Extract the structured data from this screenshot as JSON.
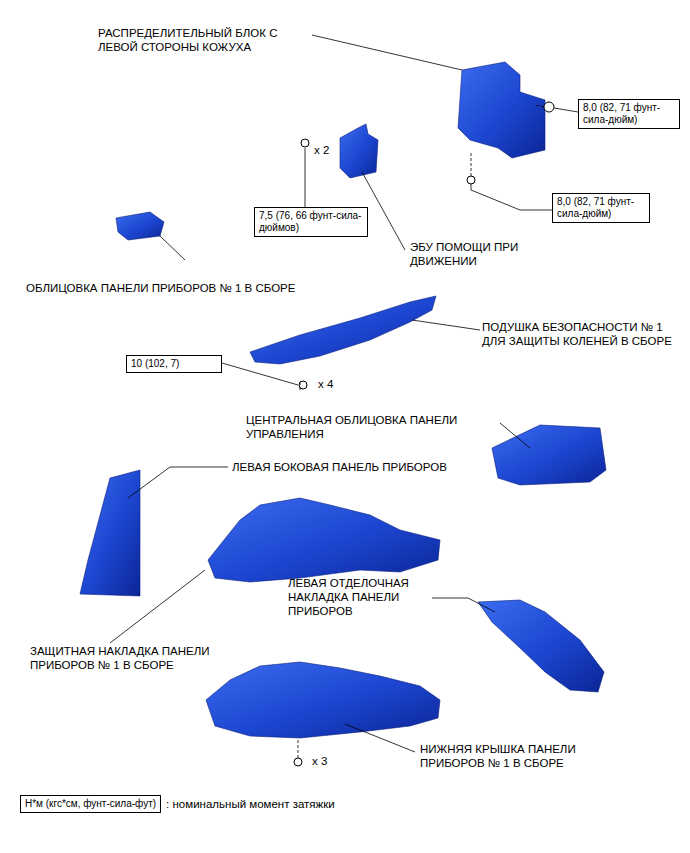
{
  "diagram": {
    "nodes": [
      {
        "text": [
          "8,0 (82, 71 фунт-сила-дюйм)"
        ]
      },
      {
        "text": [
          "8,0 (82, 71 фунт-сила-дюйм)"
        ]
      },
      {
        "text": [
          "7,5 (76, 66 фунт-сила-дюймов)"
        ]
      },
      {
        "text": [
          "10 (102, 7)"
        ]
      },
      {
        "text": [
          "Н*м (кгс*см, фунт-сила-фут)"
        ]
      }
    ],
    "labels": [
      "РАСПРЕДЕЛИТЕЛЬНЫЙ БЛОК С ЛЕВОЙ СТОРОНЫ КОЖУХА",
      "x 2",
      "ЭБУ ПОМОЩИ ПРИ ДВИЖЕНИИ",
      "ОБЛИЦОВКА ПАНЕЛИ ПРИБОРОВ № 1 В СБОРЕ",
      "ПОДУШКА БЕЗОПАСНОСТИ № 1 ДЛЯ ЗАЩИТЫ КОЛЕНЕЙ В СБОРЕ",
      "x 4",
      "ЦЕНТРАЛЬНАЯ ОБЛИЦОВКА ПАНЕЛИ УПРАВЛЕНИЯ",
      "ЛЕВАЯ БОКОВАЯ ПАНЕЛЬ ПРИБОРОВ",
      "ЛЕВАЯ ОТДЕЛОЧНАЯ НАКЛАДКА ПАНЕЛИ ПРИБОРОВ",
      "ЗАЩИТНАЯ НАКЛАДКА ПАНЕЛИ ПРИБОРОВ № 1 В СБОРЕ",
      "x 3",
      "НИЖНЯЯ КРЫШКА ПАНЕЛИ ПРИБОРОВ № 1 В СБОРЕ",
      ": номинальный момент затяжки"
    ]
  }
}
